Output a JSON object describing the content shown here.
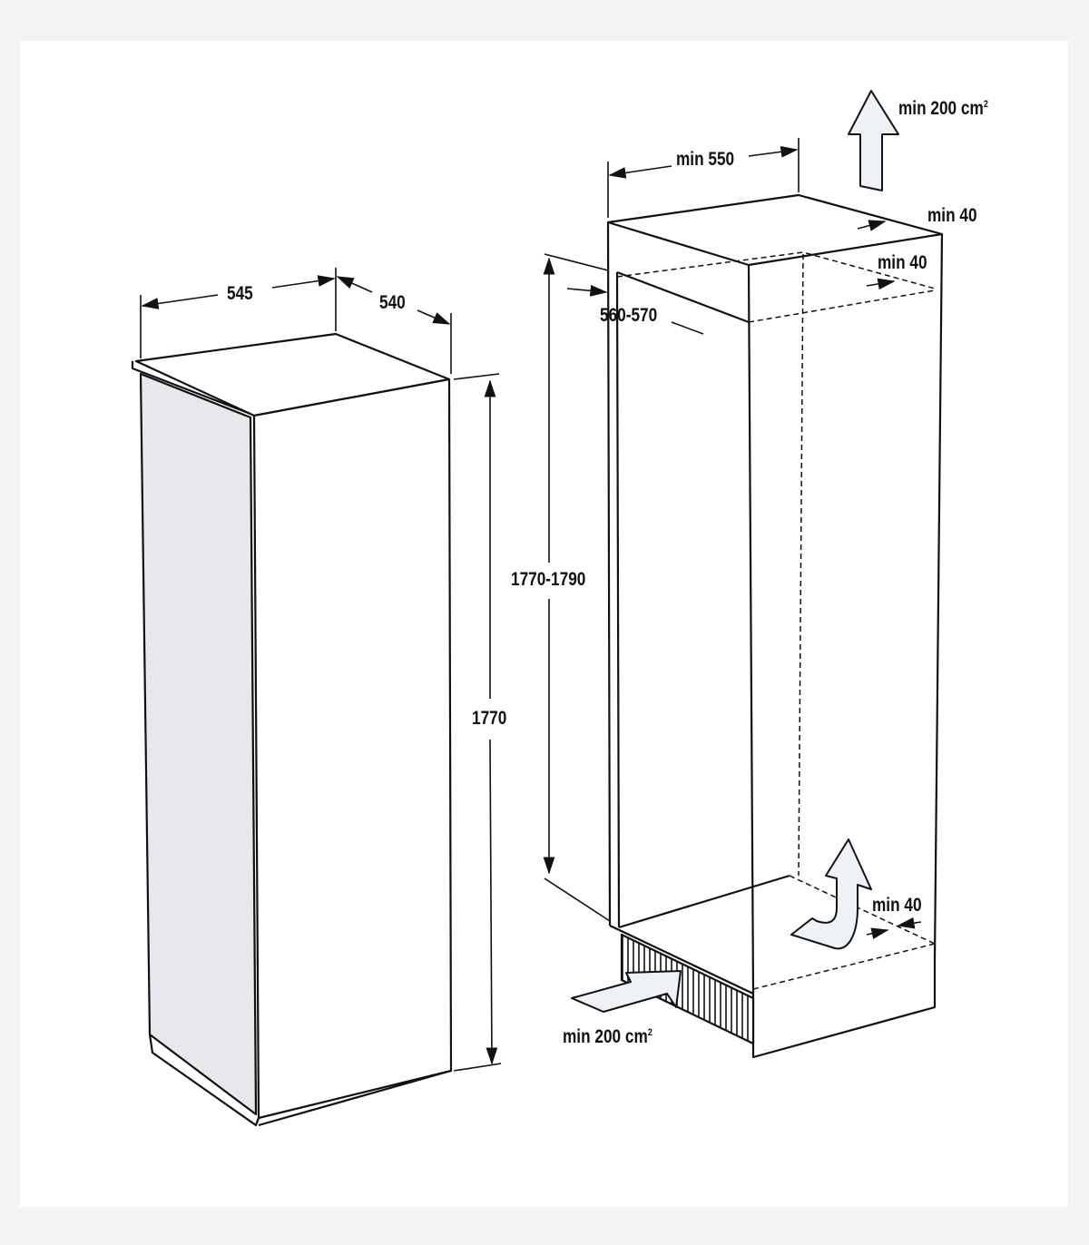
{
  "appliance": {
    "width": "545",
    "depth": "540",
    "height": "1770"
  },
  "niche": {
    "width": "min 550",
    "depth": "560-570",
    "height": "1770-1790",
    "top_vent": "min 200 cm",
    "top_vent_sup": "2",
    "bottom_vent": "min 200 cm",
    "bottom_vent_sup": "2",
    "top_gap_back": "min 40",
    "top_gap_inner": "min 40",
    "bottom_gap": "min 40"
  },
  "colors": {
    "line": "#111111",
    "door": "#e6e8ec",
    "arrow": "#eef2f7"
  }
}
